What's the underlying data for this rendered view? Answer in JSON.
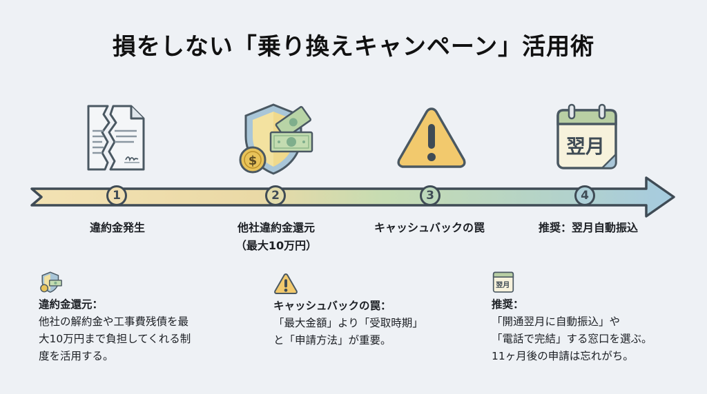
{
  "title": "損をしない「乗り換えキャンペーン」活用術",
  "timeline": {
    "colors": {
      "start": "#f3e2b3",
      "mid": "#c9dcb0",
      "end": "#a9cde0",
      "outline": "#3f4b55"
    },
    "steps": [
      {
        "number": "1",
        "label": "違約金発生",
        "icon": "torn-contract-icon"
      },
      {
        "number": "2",
        "label": "他社違約金還元",
        "label2": "（最大10万円）",
        "icon": "shield-money-icon"
      },
      {
        "number": "3",
        "label": "キャッシュバックの罠",
        "icon": "warning-icon"
      },
      {
        "number": "4",
        "label": "推奨：翌月自動振込",
        "icon": "calendar-icon"
      }
    ]
  },
  "calendar_icon_text": "翌月",
  "notes": [
    {
      "icon": "shield-money-icon",
      "heading": "違約金還元：",
      "lines": [
        "他社の解約金や工事費残債を最",
        "大10万円まで負担してくれる制",
        "度を活用する。"
      ]
    },
    {
      "icon": "warning-icon",
      "heading": "キャッシュバックの罠：",
      "lines": [
        "「最大金額」より「受取時期」",
        "と「申請方法」が重要。"
      ]
    },
    {
      "icon": "calendar-icon",
      "heading": "推奨：",
      "lines": [
        "「開通翌月に自動振込」や",
        "「電話で完結」する窓口を選ぶ。",
        "11ヶ月後の申請は忘れがち。"
      ]
    }
  ]
}
